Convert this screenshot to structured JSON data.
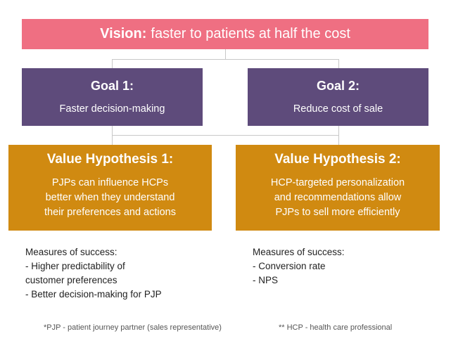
{
  "vision": {
    "lead": "Vision:",
    "text": "faster to patients at half the cost"
  },
  "goals": [
    {
      "title": "Goal 1:",
      "text": "Faster decision-making"
    },
    {
      "title": "Goal 2:",
      "text": "Reduce cost of sale"
    }
  ],
  "hypotheses": [
    {
      "title": "Value Hypothesis 1:",
      "lines": [
        "PJPs can influence HCPs",
        "better when they understand",
        "their preferences and actions"
      ]
    },
    {
      "title": "Value Hypothesis 2:",
      "lines": [
        "HCP-targeted personalization",
        "and recommendations allow",
        "PJPs to sell more efficiently"
      ]
    }
  ],
  "measures": [
    {
      "heading": "Measures of success:",
      "items": [
        "- Higher predictability of",
        "customer preferences",
        "- Better decision-making for PJP"
      ]
    },
    {
      "heading": "Measures of success:",
      "items": [
        "- Conversion rate",
        "- NPS"
      ]
    }
  ],
  "footnotes": [
    "*PJP - patient journey partner (sales representative)",
    "** HCP - health care professional"
  ],
  "colors": {
    "vision": "#ef6f82",
    "goal": "#5e4b7b",
    "hypothesis": "#d08a11",
    "connector": "#c8c8c8"
  }
}
